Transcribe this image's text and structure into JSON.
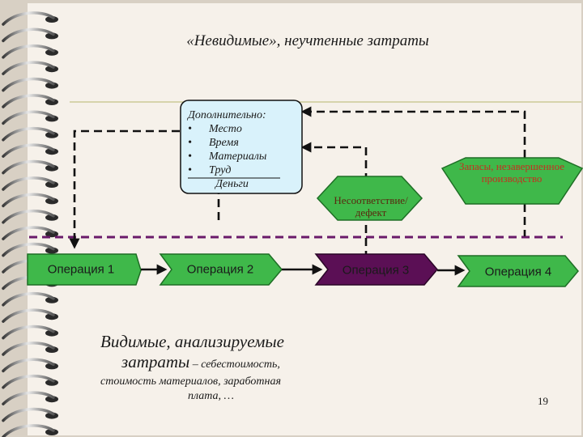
{
  "title": "«Невидимые», неучтенные затраты",
  "hidden_costs": {
    "heading": "Дополнительно:",
    "items": [
      "Место",
      "Время",
      "Материалы",
      "Труд"
    ],
    "money": "Деньги"
  },
  "operations": [
    "Операция 1",
    "Операция 2",
    "Операция 3",
    "Операция 4"
  ],
  "defect_label": [
    "Несоответствие/",
    "дефект"
  ],
  "stock_label": [
    "Запасы, незавершенное",
    "производство"
  ],
  "visible_costs": {
    "line1": "Видимые, анализируемые",
    "line2_big": "затраты",
    "line2_small": " – себестоимость,",
    "line3": "стоимость материалов, заработная",
    "line4": "плата, …"
  },
  "page_number": "19",
  "colors": {
    "page": "#f6f1ea",
    "accent_purple": "#6a1a6a",
    "box_fill": "#d9f2fb",
    "op_fill": "#3fb84a",
    "op3_fill": "#5b0f55",
    "defect_fill": "#3fb84a",
    "stock_fill": "#3fb84a",
    "rule": "#c2c486"
  }
}
